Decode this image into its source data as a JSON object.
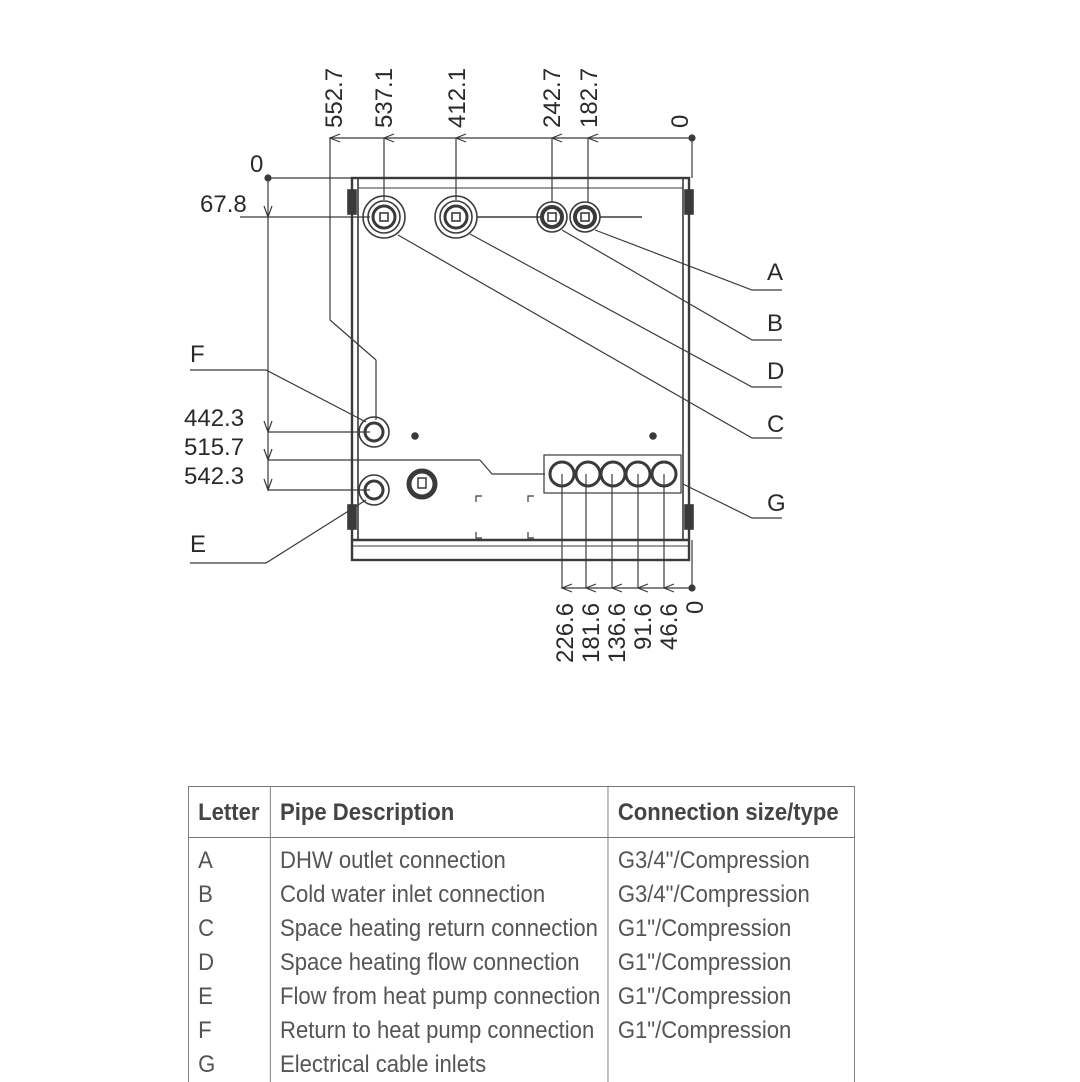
{
  "diagram": {
    "top_dimensions": [
      "552.7",
      "537.1",
      "412.1",
      "242.7",
      "182.7",
      "0"
    ],
    "left_dimensions": [
      "0",
      "67.8",
      "442.3",
      "515.7",
      "542.3"
    ],
    "bottom_dimensions": [
      "226.6",
      "181.6",
      "136.6",
      "91.6",
      "46.6",
      "0"
    ],
    "callouts": [
      "A",
      "B",
      "D",
      "C",
      "G",
      "F",
      "E"
    ]
  },
  "table": {
    "headers": [
      "Letter",
      "Pipe Description",
      "Connection size/type"
    ],
    "rows": [
      {
        "letter": "A",
        "description": "DHW outlet connection",
        "connection": "G3/4\"/Compression"
      },
      {
        "letter": "B",
        "description": "Cold water inlet connection",
        "connection": "G3/4\"/Compression"
      },
      {
        "letter": "C",
        "description": "Space heating return connection",
        "connection": "G1\"/Compression"
      },
      {
        "letter": "D",
        "description": "Space heating flow connection",
        "connection": "G1\"/Compression"
      },
      {
        "letter": "E",
        "description": "Flow from heat pump connection",
        "connection": "G1\"/Compression"
      },
      {
        "letter": "F",
        "description": "Return to heat pump connection",
        "connection": "G1\"/Compression"
      },
      {
        "letter": "G",
        "description": "Electrical cable inlets",
        "connection": ""
      }
    ]
  }
}
